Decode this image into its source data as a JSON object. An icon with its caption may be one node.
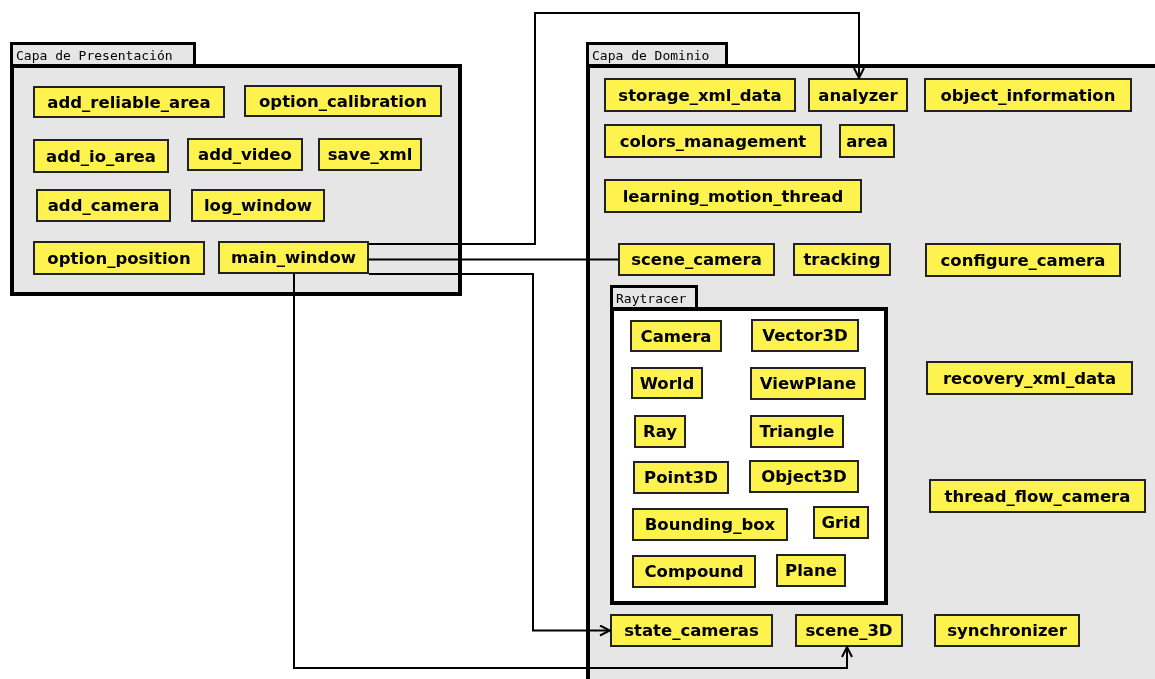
{
  "diagram": {
    "nodes": [
      {
        "text": [
          "Capa de Presentación"
        ]
      },
      {
        "text": [
          "add_reliable_area"
        ],
        "in": 0
      },
      {
        "text": [
          "option_calibration"
        ],
        "in": 0
      },
      {
        "text": [
          "add_io_area"
        ],
        "in": 0
      },
      {
        "text": [
          "add_video"
        ],
        "in": 0
      },
      {
        "text": [
          "save_xml"
        ],
        "in": 0
      },
      {
        "text": [
          "add_camera"
        ],
        "in": 0
      },
      {
        "text": [
          "log_window"
        ],
        "in": 0
      },
      {
        "text": [
          "option_position"
        ],
        "in": 0
      },
      {
        "text": [
          "main_window"
        ],
        "in": 0
      },
      {
        "text": [
          "Capa de Dominio"
        ]
      },
      {
        "text": [
          "storage_xml_data"
        ],
        "in": 10
      },
      {
        "text": [
          "analyzer"
        ],
        "in": 10
      },
      {
        "text": [
          "object_information"
        ],
        "in": 10
      },
      {
        "text": [
          "colors_management"
        ],
        "in": 10
      },
      {
        "text": [
          "area"
        ],
        "in": 10
      },
      {
        "text": [
          "learning_motion_thread"
        ],
        "in": 10
      },
      {
        "text": [
          "scene_camera"
        ],
        "in": 10
      },
      {
        "text": [
          "tracking"
        ],
        "in": 10
      },
      {
        "text": [
          "configure_camera"
        ],
        "in": 10
      },
      {
        "text": [
          "Raytracer"
        ],
        "in": 10
      },
      {
        "text": [
          "Camera"
        ],
        "in": 20
      },
      {
        "text": [
          "Vector3D"
        ],
        "in": 20
      },
      {
        "text": [
          "World"
        ],
        "in": 20
      },
      {
        "text": [
          "ViewPlane"
        ],
        "in": 20
      },
      {
        "text": [
          "Ray"
        ],
        "in": 20
      },
      {
        "text": [
          "Triangle"
        ],
        "in": 20
      },
      {
        "text": [
          "Point3D"
        ],
        "in": 20
      },
      {
        "text": [
          "Object3D"
        ],
        "in": 20
      },
      {
        "text": [
          "Bounding_box"
        ],
        "in": 20
      },
      {
        "text": [
          "Grid"
        ],
        "in": 20
      },
      {
        "text": [
          "Compound"
        ],
        "in": 20
      },
      {
        "text": [
          "Plane"
        ],
        "in": 20
      },
      {
        "text": [
          "recovery_xml_data"
        ],
        "in": 10
      },
      {
        "text": [
          "thread_flow_camera"
        ],
        "in": 10
      },
      {
        "text": [
          "state_cameras"
        ],
        "in": 10
      },
      {
        "text": [
          "scene_3D"
        ],
        "in": 10
      },
      {
        "text": [
          "synchronizer"
        ],
        "in": 10
      }
    ],
    "edges": [
      {
        "from": 9,
        "to": 12,
        "arrow": "to"
      },
      {
        "from": 9,
        "to": 17,
        "arrow": "none"
      },
      {
        "from": 9,
        "to": 35,
        "arrow": "to"
      },
      {
        "from": 9,
        "to": 36,
        "arrow": "to"
      }
    ]
  }
}
